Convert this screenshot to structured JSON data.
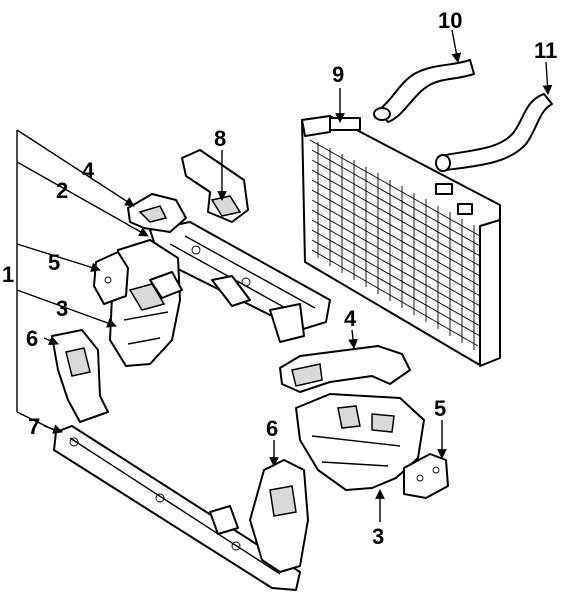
{
  "labels": {
    "l1": "1",
    "l2": "2",
    "l3a": "3",
    "l3b": "3",
    "l4a": "4",
    "l4b": "4",
    "l5a": "5",
    "l5b": "5",
    "l6a": "6",
    "l6b": "6",
    "l7": "7",
    "l8": "8",
    "l9": "9",
    "l10": "10",
    "l11": "11"
  }
}
